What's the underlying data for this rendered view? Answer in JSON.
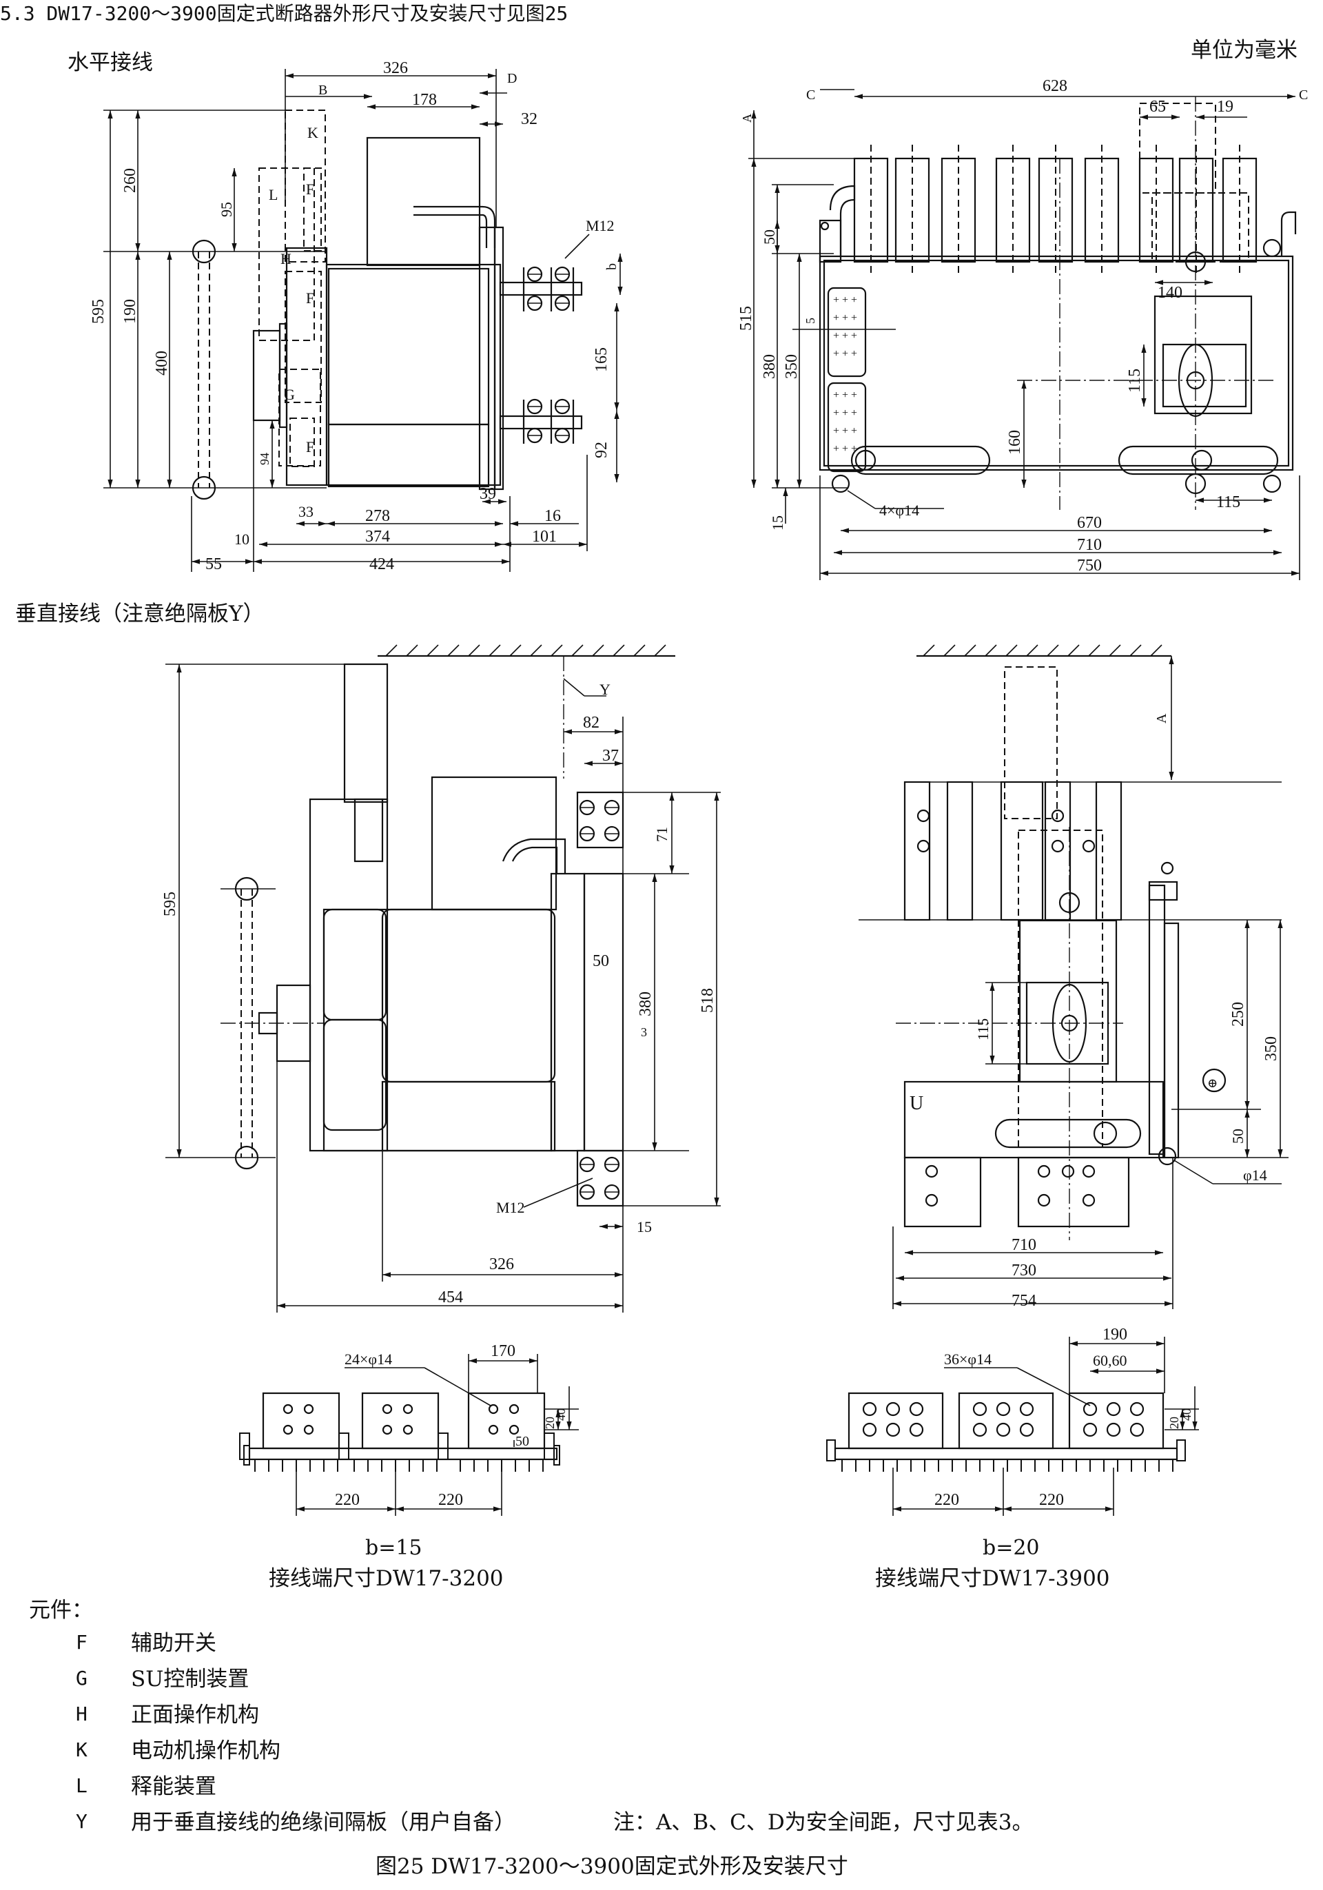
{
  "header": {
    "section_title": "5.3 DW17-3200～3900固定式断路器外形尺寸及安装尺寸见图25",
    "unit_note": "单位为毫米"
  },
  "views": {
    "horizontal_label": "水平接线",
    "vertical_label": "垂直接线（注意绝隔板Y）"
  },
  "dims": {
    "h_side": [
      "326",
      "178",
      "32",
      "260",
      "95",
      "595",
      "190",
      "400",
      "165",
      "92",
      "94",
      "33",
      "278",
      "374",
      "424",
      "39",
      "16",
      "101",
      "10",
      "55",
      "M12",
      "b",
      "B",
      "D",
      "K",
      "L",
      "F",
      "F",
      "H",
      "F",
      "G",
      "F"
    ],
    "h_front": [
      "628",
      "65",
      "19",
      "50",
      "515",
      "380",
      "350",
      "5",
      "140",
      "115",
      "160",
      "15",
      "4×φ14",
      "670",
      "710",
      "750",
      "115",
      "A",
      "C",
      "C"
    ],
    "v_side": [
      "Y",
      "82",
      "37",
      "71",
      "595",
      "50",
      "380",
      "3",
      "518",
      "M12",
      "15",
      "326",
      "454"
    ],
    "v_front": [
      "A",
      "250",
      "350",
      "115",
      "50",
      "φ14",
      "710",
      "730",
      "754"
    ]
  },
  "terminals": [
    {
      "qty_hole": "24×φ14",
      "top_dim": "170",
      "side_dims": [
        "20",
        "40",
        "50"
      ],
      "bottom_dims": [
        "220",
        "220"
      ],
      "b_value": "b=15",
      "caption": "接线端尺寸DW17-3200"
    },
    {
      "qty_hole": "36×φ14",
      "top_dim": "190",
      "sub_dims": "60,60",
      "side_dims": [
        "20",
        "40"
      ],
      "bottom_dims": [
        "220",
        "220"
      ],
      "b_value": "b=20",
      "caption": "接线端尺寸DW17-3900"
    }
  ],
  "legend": {
    "title": "元件：",
    "items": [
      {
        "code": "F",
        "desc": "辅助开关"
      },
      {
        "code": "G",
        "desc": "SU控制装置"
      },
      {
        "code": "H",
        "desc": "正面操作机构"
      },
      {
        "code": "K",
        "desc": "电动机操作机构"
      },
      {
        "code": "L",
        "desc": "释能装置"
      },
      {
        "code": "Y",
        "desc": "用于垂直接线的绝缘间隔板（用户自备）"
      }
    ],
    "note": "注：A、B、C、D为安全间距，尺寸见表3。"
  },
  "figure_caption": "图25  DW17-3200～3900固定式外形及安装尺寸"
}
